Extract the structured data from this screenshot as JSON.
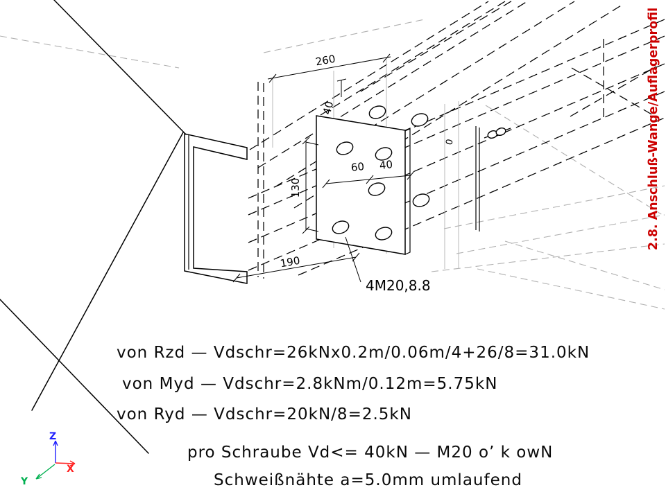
{
  "sheet": {
    "title_vertical": "2.8. Anschluß-Wange/Auflagerprofil"
  },
  "drawing": {
    "dim_260": "260",
    "dim_40_top": "40",
    "dim_60": "60",
    "dim_40_mid": "40",
    "dim_130": "130",
    "dim_190": "190",
    "dim_0": "0",
    "bolt_callout": "4M20,8.8"
  },
  "notes": {
    "line1": "von Rzd — Vdschr=26kNx0.2m/0.06m/4+26/8=31.0kN",
    "line2": "von Myd — Vdschr=2.8kNm/0.12m=5.75kN",
    "line3": "von Ryd — Vdschr=20kN/8=2.5kN",
    "line4": "pro Schraube Vd<= 40kN — M20 o’ k owN",
    "line5": "Schweißnähte a=5.0mm umlaufend"
  },
  "axes": {
    "x": "X",
    "y": "Y",
    "z": "Z"
  },
  "colors": {
    "title": "#cc0000",
    "axis_x": "#ff2020",
    "axis_y": "#00b050",
    "axis_z": "#2020ff",
    "ink": "#000000",
    "construction": "#b0b0b0"
  }
}
